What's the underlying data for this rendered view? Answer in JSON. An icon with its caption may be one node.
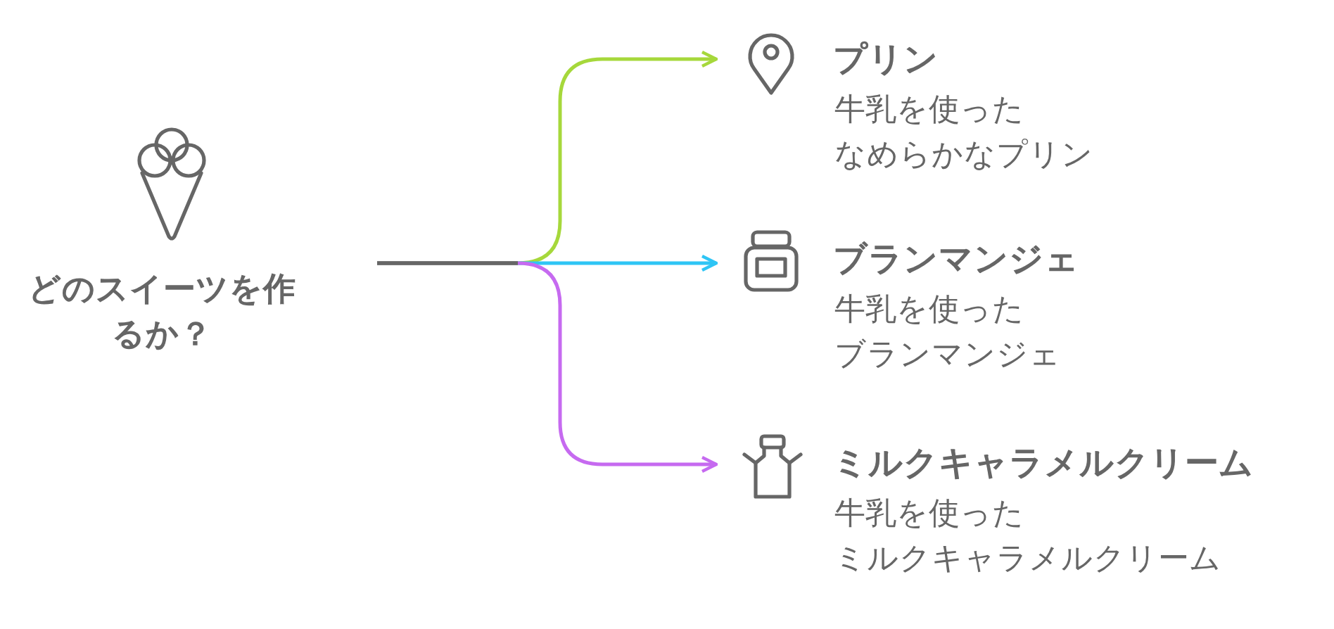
{
  "diagram": {
    "nodes": [
      {
        "text": [
          "どのスイーツを作るか？"
        ]
      },
      {
        "text": [
          "プリン",
          "牛乳を使ったなめらかなプリン"
        ]
      },
      {
        "text": [
          "ブランマンジェ",
          "牛乳を使ったブランマンジェ"
        ]
      },
      {
        "text": [
          "ミルクキャラメルクリーム",
          "牛乳を使ったミルクキャラメルクリーム"
        ]
      }
    ],
    "edges": [
      {
        "from": 0,
        "to": 1,
        "arrow": "to",
        "color": "#a6d83b"
      },
      {
        "from": 0,
        "to": 2,
        "arrow": "to",
        "color": "#2ec5f5"
      },
      {
        "from": 0,
        "to": 3,
        "arrow": "to",
        "color": "#c66af0"
      }
    ]
  }
}
